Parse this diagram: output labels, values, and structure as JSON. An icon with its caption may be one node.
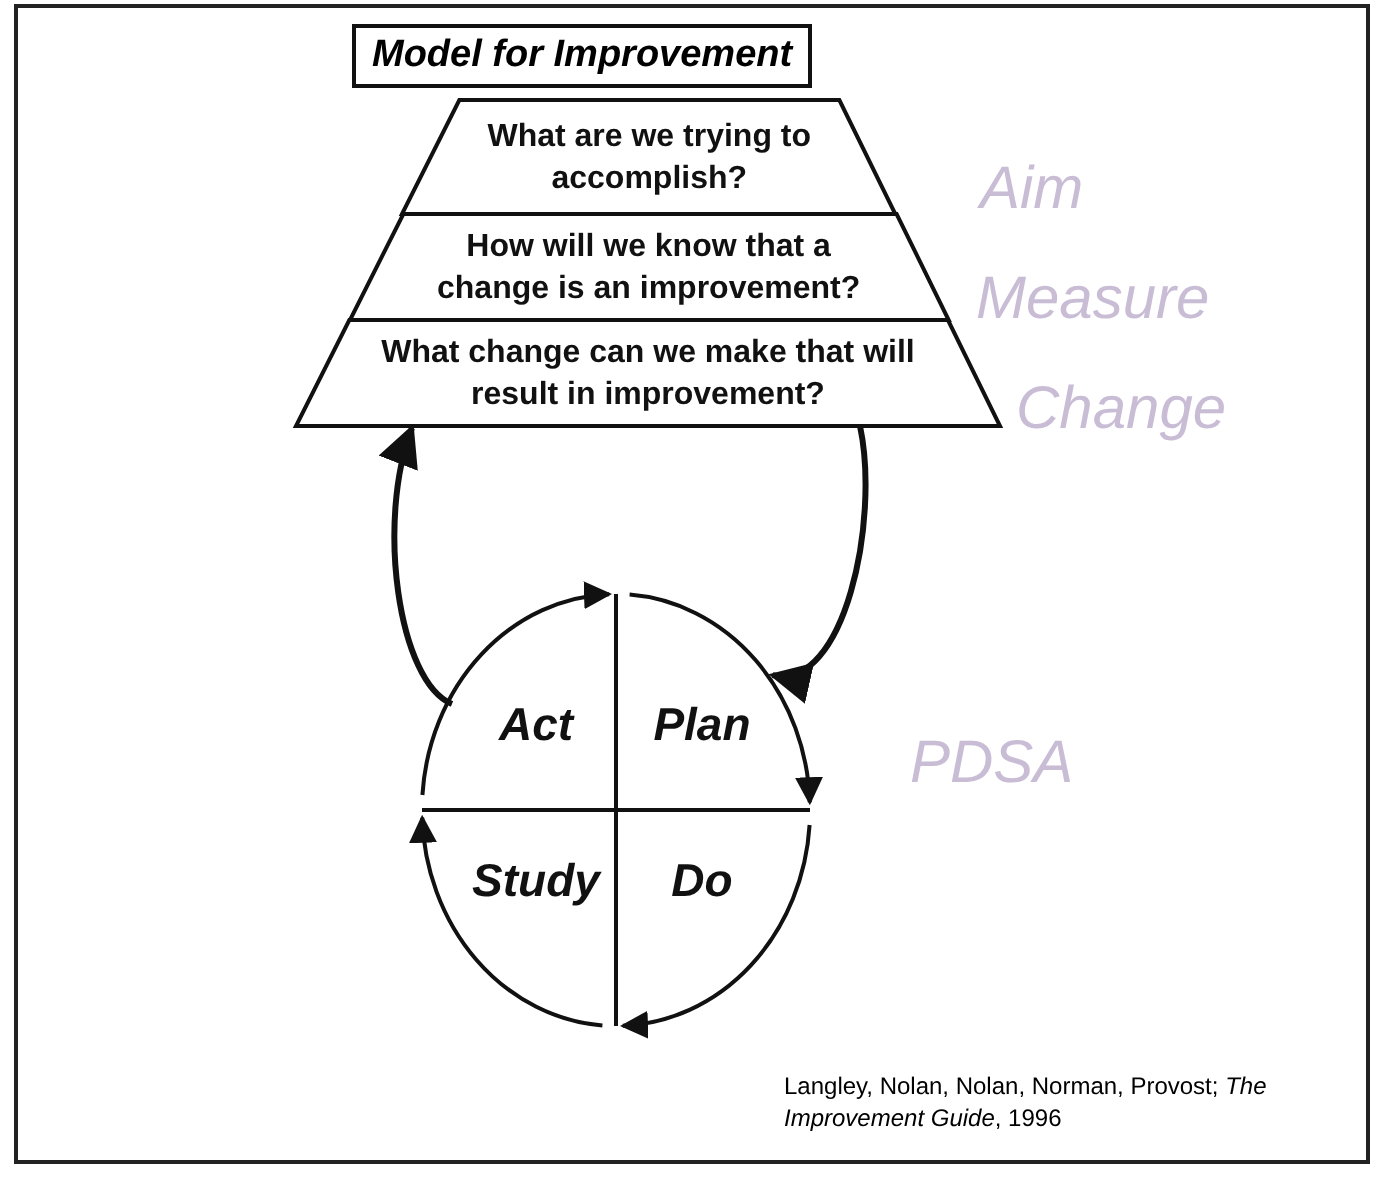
{
  "diagram": {
    "title": "Model for Improvement",
    "caption": "Langley, Nolan, Nolan, Norman, Provost; *The Improvement Guide*, 1996",
    "nodes": [
      {
        "text": [
          "What are we trying to accomplish?"
        ]
      },
      {
        "text": [
          "How will we know that a change is an improvement?"
        ]
      },
      {
        "text": [
          "What change can we make that will result in improvement?"
        ]
      },
      {
        "text": [
          "Act"
        ]
      },
      {
        "text": [
          "Plan"
        ]
      },
      {
        "text": [
          "Do"
        ]
      },
      {
        "text": [
          "Study"
        ]
      }
    ],
    "edges": [
      {
        "from": 2,
        "to": 4,
        "arrow": "to"
      },
      {
        "from": 3,
        "to": 2,
        "arrow": "to"
      },
      {
        "from": 3,
        "to": 4,
        "arrow": "to"
      },
      {
        "from": 4,
        "to": 5,
        "arrow": "to"
      },
      {
        "from": 5,
        "to": 6,
        "arrow": "to"
      },
      {
        "from": 6,
        "to": 3,
        "arrow": "to"
      }
    ],
    "labels": [
      "Aim",
      "Measure",
      "Change",
      "PDSA"
    ]
  }
}
